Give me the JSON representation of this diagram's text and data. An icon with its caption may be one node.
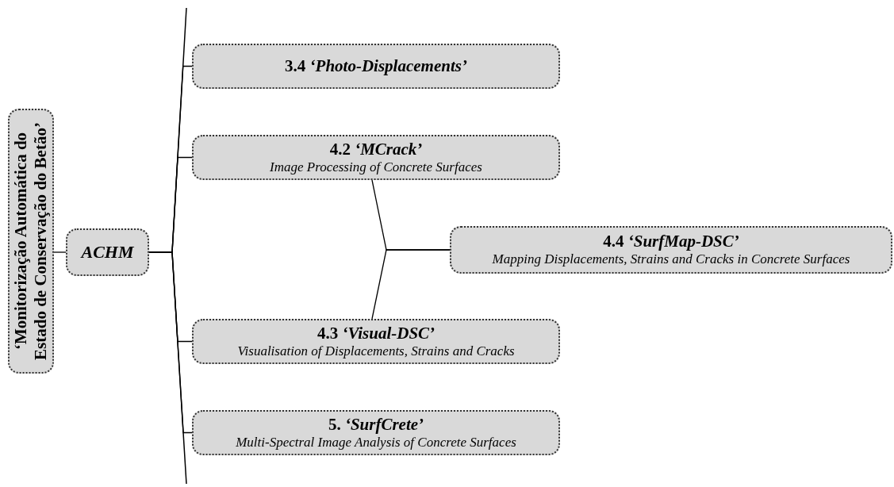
{
  "diagram": {
    "nodes": [
      {
        "text": [
          "‘Monitorização Automática do Estado de Conservação do Betão’"
        ]
      },
      {
        "text": [
          "*ACHM*"
        ]
      },
      {
        "text": [
          "3.4 *‘Photo-Displacements’*"
        ]
      },
      {
        "text": [
          "4.2 *‘MCrack’*",
          "Image Processing of Concrete Surfaces"
        ]
      },
      {
        "text": [
          "4.3 *‘Visual-DSC’*",
          "Visualisation of Displacements, Strains and Cracks"
        ]
      },
      {
        "text": [
          "5. *‘SurfCrete’*",
          "Multi-Spectral Image Analysis of Concrete Surfaces"
        ]
      },
      {
        "text": [
          "4.4 *‘SurfMap-DSC’*",
          "Mapping Displacements, Strains and Cracks in Concrete Surfaces"
        ]
      }
    ],
    "edges": [
      {
        "from": 0,
        "to": 1,
        "arrow": "none"
      },
      {
        "from": 1,
        "to": 2,
        "arrow": "none"
      },
      {
        "from": 1,
        "to": 3,
        "arrow": "none"
      },
      {
        "from": 1,
        "to": 4,
        "arrow": "none"
      },
      {
        "from": 1,
        "to": 5,
        "arrow": "none"
      },
      {
        "from": 3,
        "to": 6,
        "arrow": "none"
      },
      {
        "from": 4,
        "to": 6,
        "arrow": "none"
      }
    ]
  }
}
